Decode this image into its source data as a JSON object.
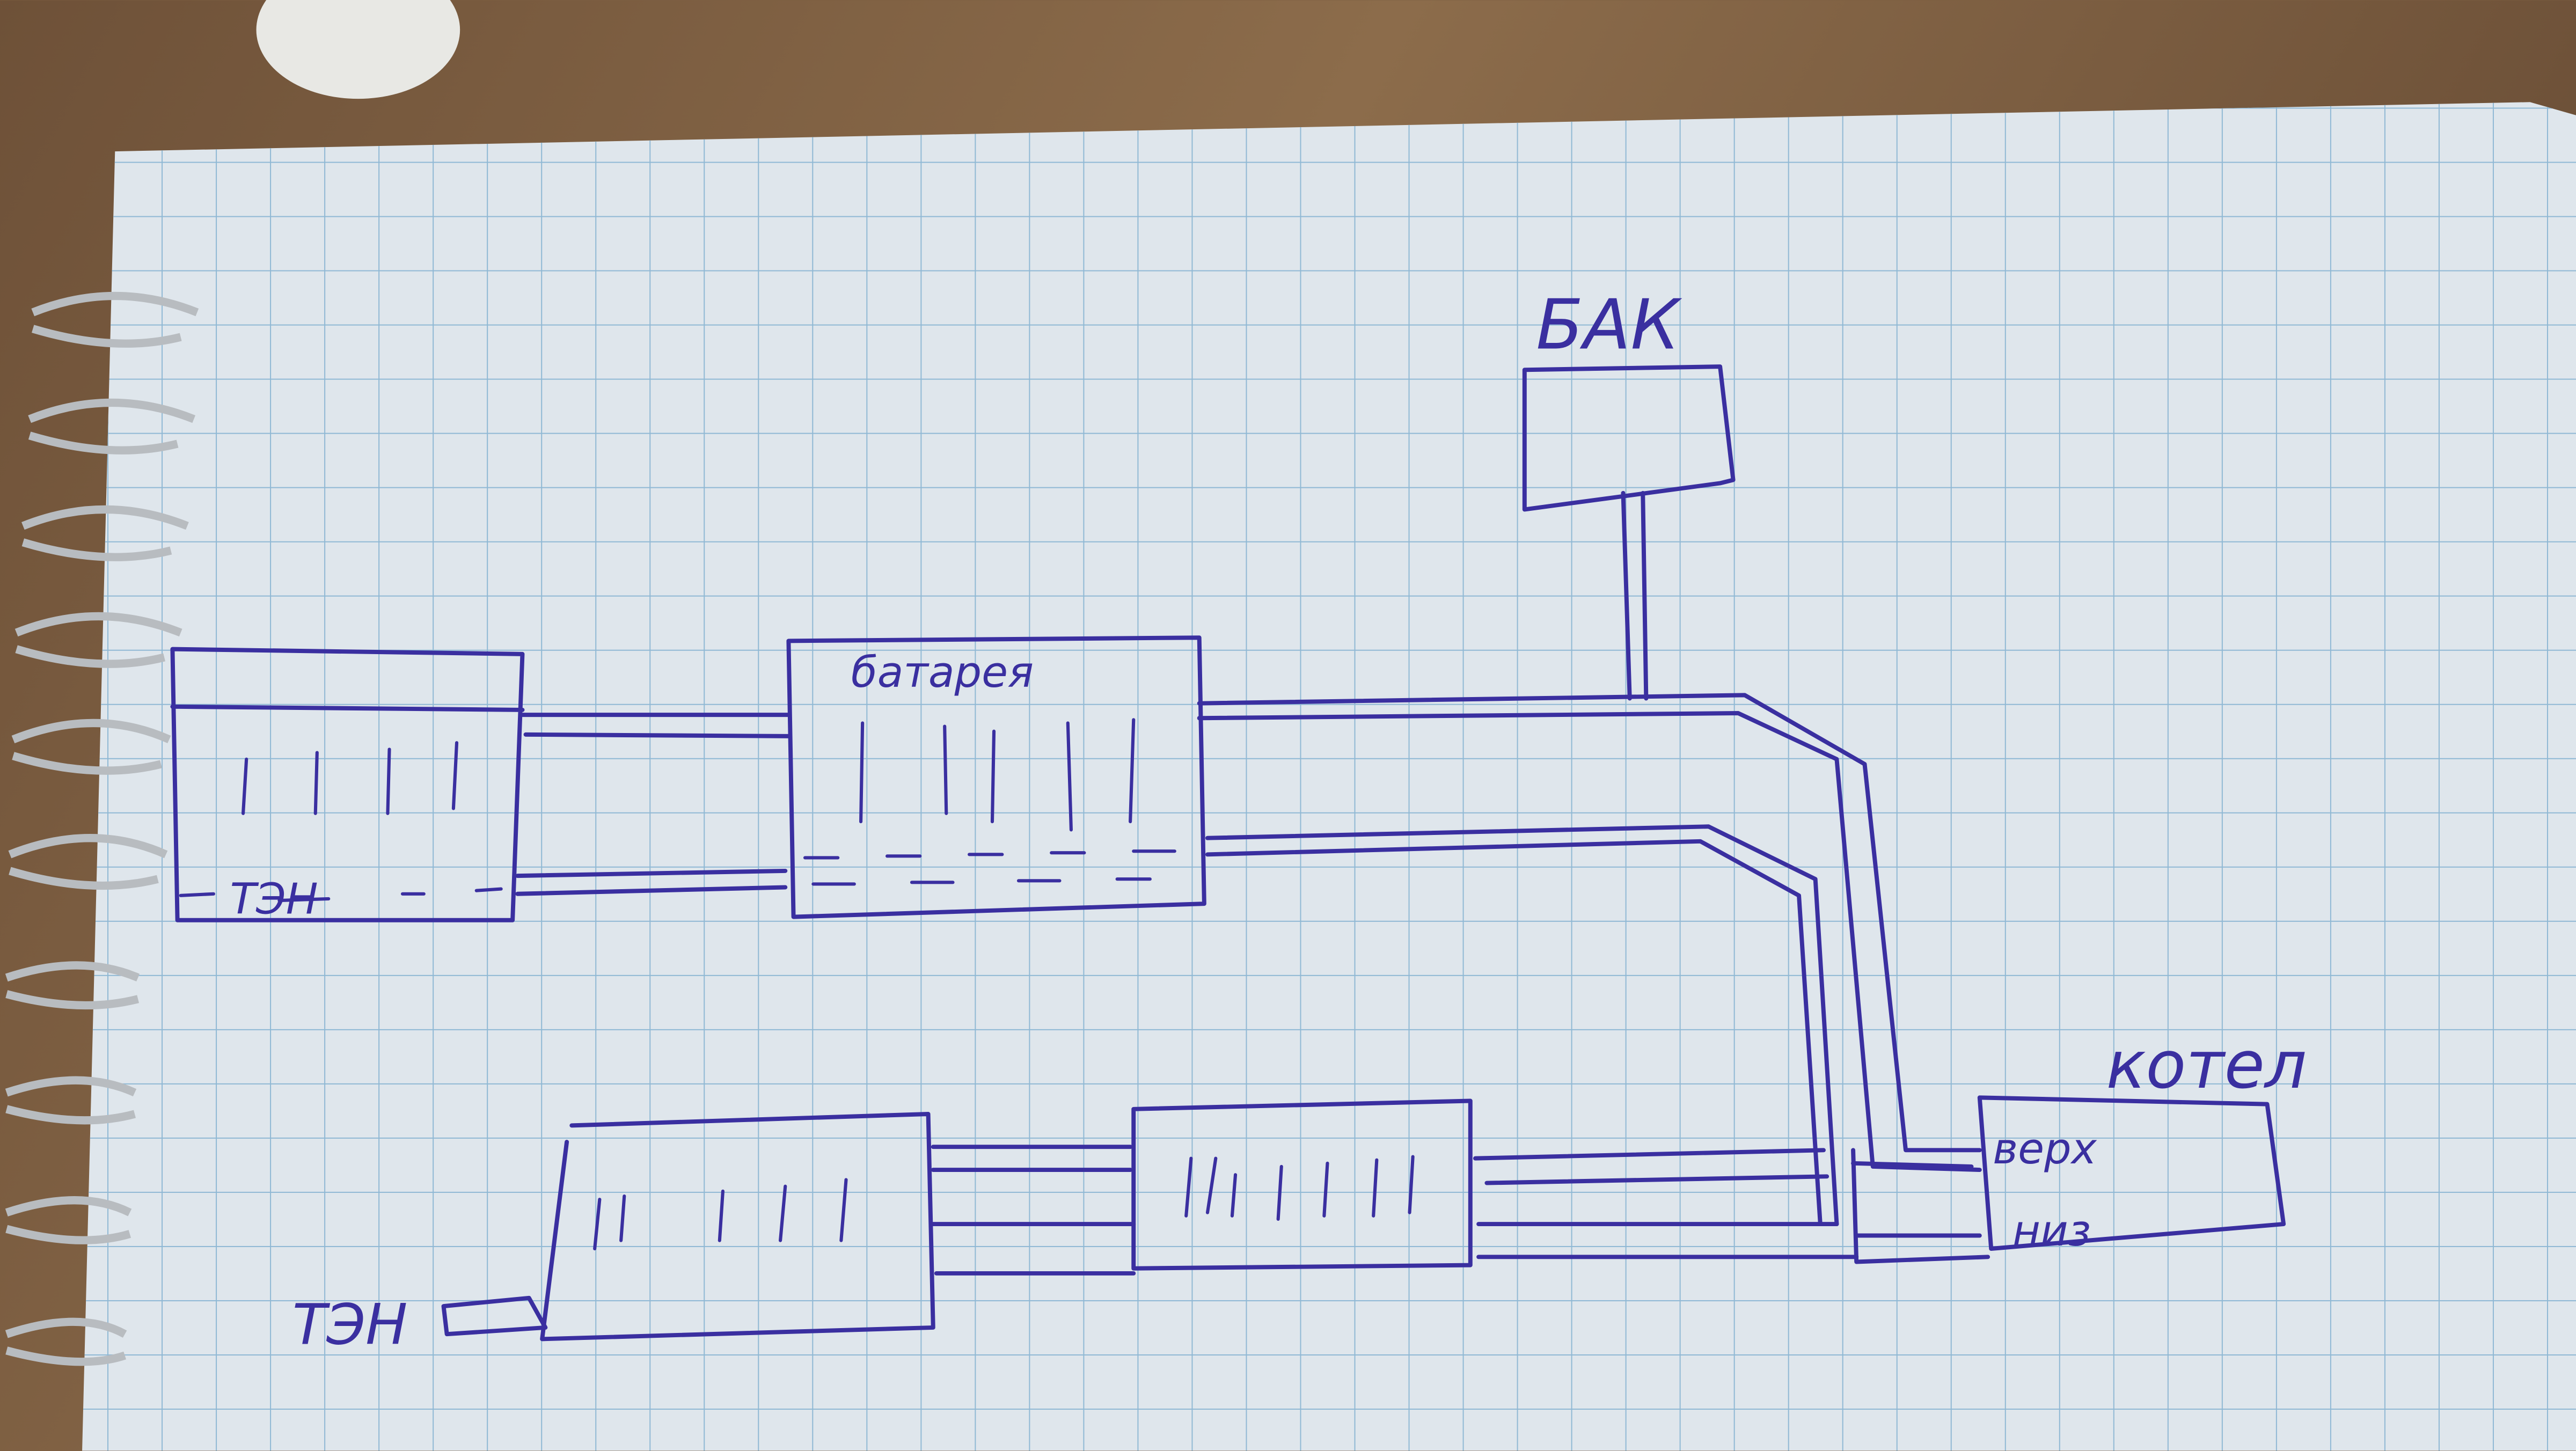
{
  "diagram": {
    "labels": {
      "tank": "БАК",
      "radiator_top": "батарея",
      "heater_top": "ТЭН",
      "heater_bottom": "ТЭН",
      "boiler": "котел",
      "boiler_top": "верх",
      "boiler_bottom": "низ"
    },
    "colors": {
      "ink": "#3a2fa0",
      "paper": "#dfe6ec",
      "grid": "#8fb8d4",
      "desk": "#7d5f42"
    }
  }
}
